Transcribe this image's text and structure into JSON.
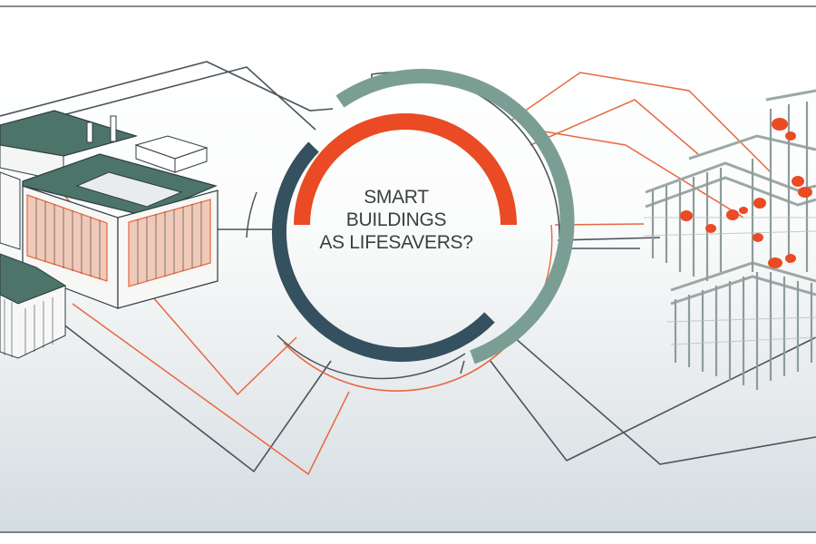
{
  "figure": {
    "title_lines": [
      "SMART",
      "BUILDINGS",
      "AS LIFESAVERS?"
    ],
    "left_illustration": "isometric-office-building",
    "right_illustration": "bim-structural-model",
    "colors": {
      "accent_orange": "#ea4a24",
      "ring_navy": "#35505f",
      "ring_green": "#7a9e93",
      "line_dark": "#4a555b",
      "line_orange": "#e8683f",
      "roof_green": "#4d7468",
      "frame_border": "#8a8d8f"
    }
  }
}
